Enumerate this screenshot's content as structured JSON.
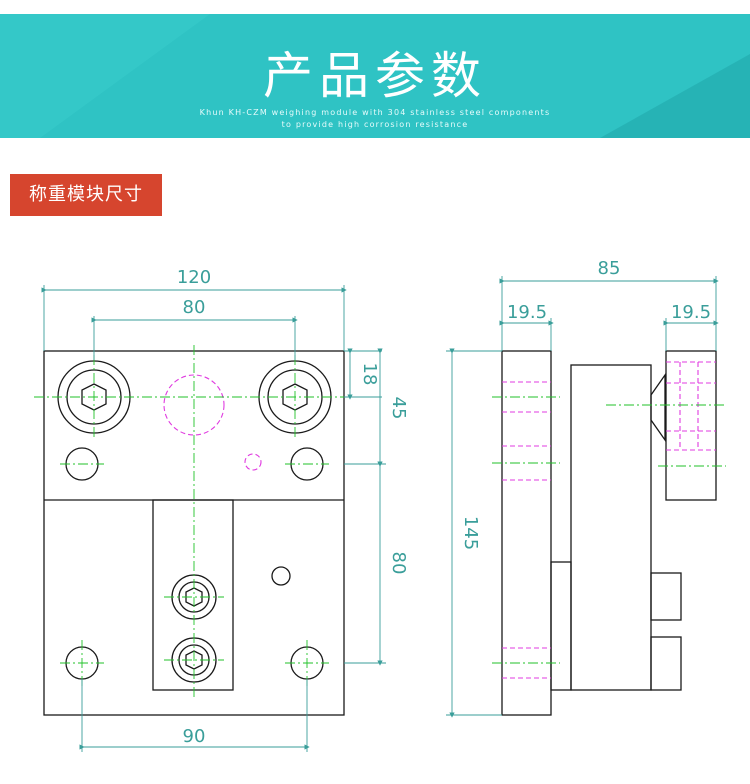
{
  "banner": {
    "title": "产品参数",
    "subtitle_line1": "Khun KH-CZM weighing module with 304 stainless steel components",
    "subtitle_line2": "to provide high corrosion resistance"
  },
  "section_label": "称重模块尺寸",
  "colors": {
    "banner": "#2fc3c4",
    "banner_dark": "#22a9ab",
    "label_bg": "#d6452e",
    "outline": "#1a1a1a",
    "dimension": "#3a9e9a",
    "centerline": "#22c22a",
    "hidden": "#e03be0"
  },
  "front_view": {
    "dim_width": "120",
    "dim_hole_spacing_top": "80",
    "dim_top_offset": "18",
    "dim_vertical_45": "45",
    "dim_vertical_80": "80",
    "dim_bottom_spacing": "90"
  },
  "side_view": {
    "dim_total_depth": "85",
    "dim_left_plate": "19.5",
    "dim_right_plate": "19.5",
    "dim_height": "145"
  }
}
